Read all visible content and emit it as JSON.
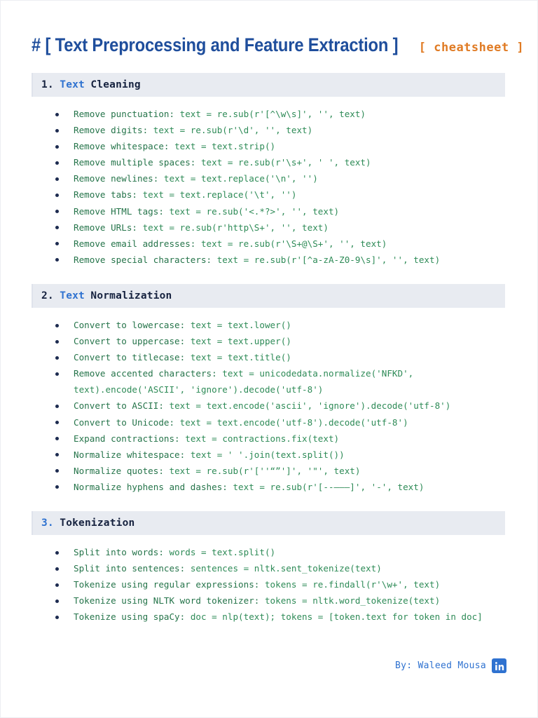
{
  "title": {
    "main": "# [ Text Preprocessing and Feature Extraction ]",
    "sub": "[ cheatsheet ]"
  },
  "colors": {
    "title": "#1f4e9c",
    "accent_orange": "#e07b24",
    "section_band": "#e8ebf1",
    "code_green": "#2e8b57",
    "keyword_blue": "#2f72d0",
    "dark_navy": "#16223f"
  },
  "sections": [
    {
      "number": "1.",
      "keyword": "Text",
      "rest": "Cleaning",
      "number_is_blue": false,
      "items": [
        "Remove punctuation: text = re.sub(r'[^\\w\\s]', '', text)",
        "Remove digits: text = re.sub(r'\\d', '', text)",
        "Remove whitespace: text = text.strip()",
        "Remove multiple spaces: text = re.sub(r'\\s+', ' ', text)",
        "Remove newlines: text = text.replace('\\n', '')",
        "Remove tabs: text = text.replace('\\t', '')",
        "Remove HTML tags: text = re.sub('<.*?>', '', text)",
        "Remove URLs: text = re.sub(r'http\\S+', '', text)",
        "Remove email addresses: text = re.sub(r'\\S+@\\S+', '', text)",
        "Remove special characters: text = re.sub(r'[^a-zA-Z0-9\\s]', '', text)"
      ]
    },
    {
      "number": "2.",
      "keyword": "Text",
      "rest": "Normalization",
      "number_is_blue": false,
      "items": [
        "Convert to lowercase: text = text.lower()",
        "Convert to uppercase: text = text.upper()",
        "Convert to titlecase: text = text.title()",
        "Remove accented characters: text = unicodedata.normalize('NFKD', text).encode('ASCII', 'ignore').decode('utf-8')",
        "Convert to ASCII: text = text.encode('ascii', 'ignore').decode('utf-8')",
        "Convert to Unicode: text = text.encode('utf-8').decode('utf-8')",
        "Expand contractions: text = contractions.fix(text)",
        "Normalize whitespace: text = ' '.join(text.split())",
        "Normalize quotes: text = re.sub(r'[''“”']', '\"', text)",
        "Normalize hyphens and dashes: text = re.sub(r'[-‐‒–—]', '-', text)"
      ]
    },
    {
      "number": "3.",
      "keyword": "",
      "rest": "Tokenization",
      "number_is_blue": true,
      "items": [
        "Split into words: words = text.split()",
        "Split into sentences: sentences = nltk.sent_tokenize(text)",
        "Tokenize using regular expressions: tokens = re.findall(r'\\w+', text)",
        "Tokenize using NLTK word tokenizer: tokens = nltk.word_tokenize(text)",
        "Tokenize using spaCy: doc = nlp(text); tokens = [token.text for token in doc]"
      ]
    }
  ],
  "footer": {
    "by_text": "By: Waleed Mousa",
    "icon": "linkedin-icon"
  }
}
